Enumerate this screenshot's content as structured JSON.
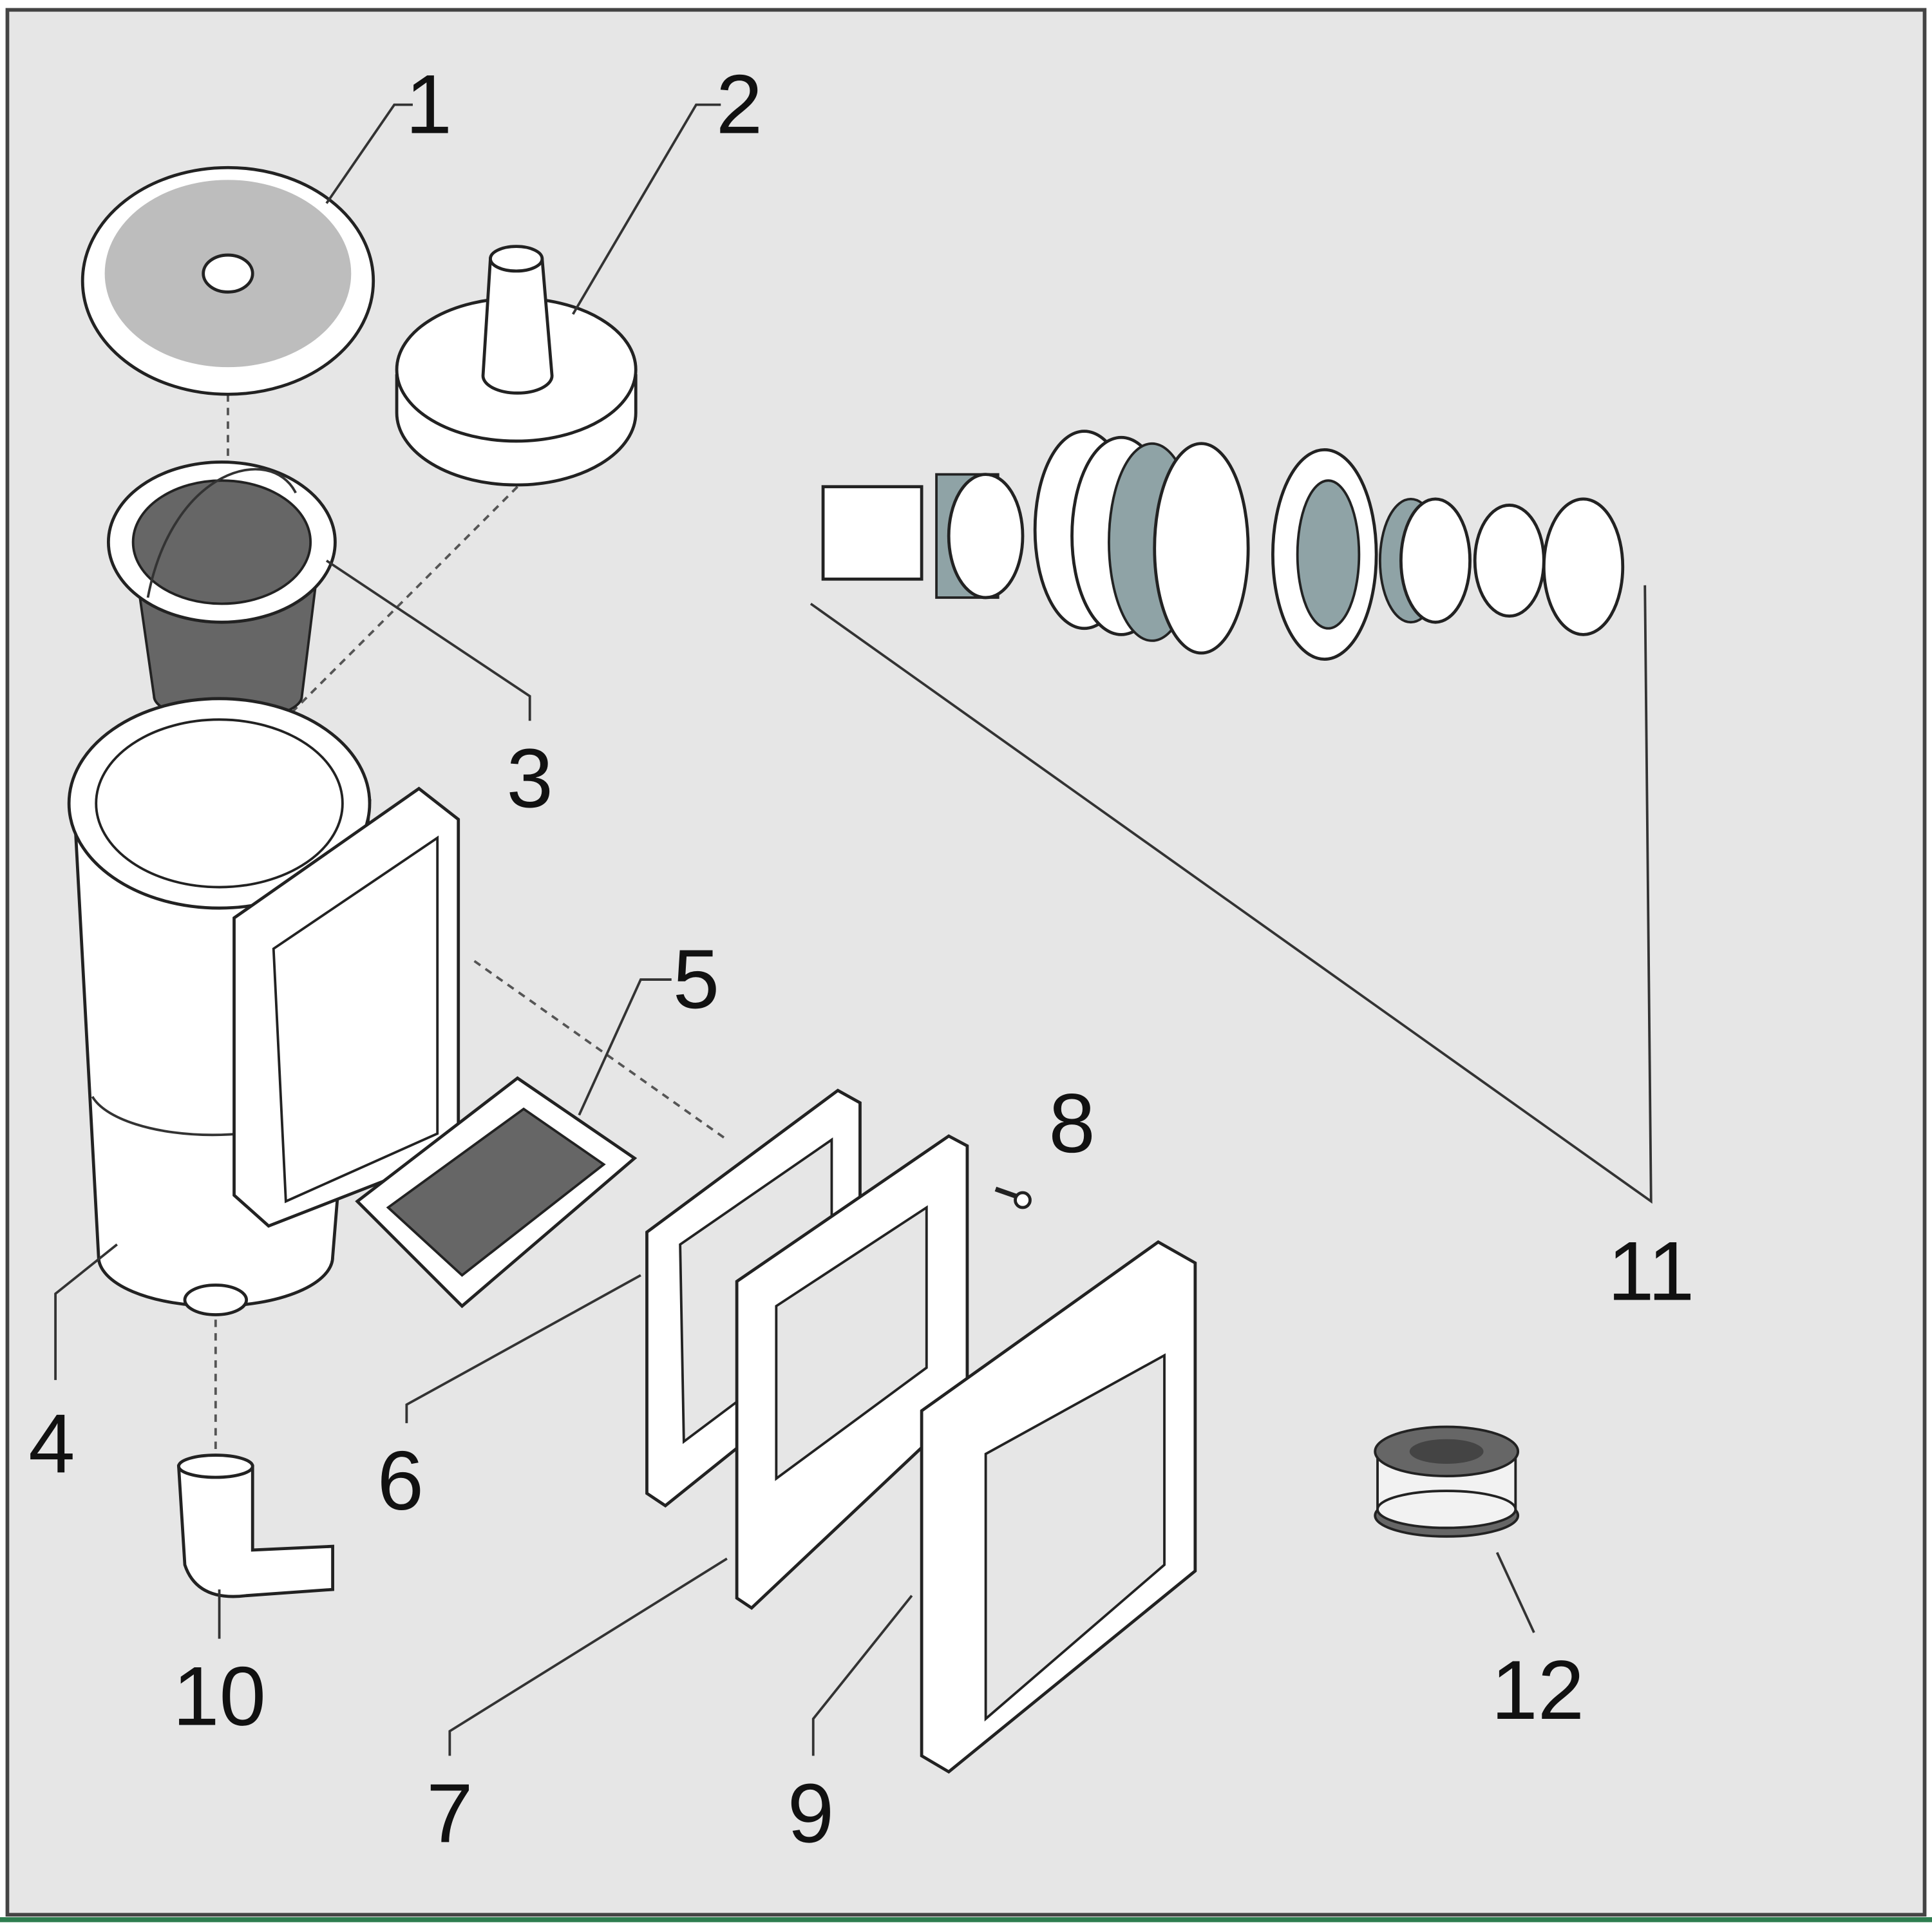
{
  "diagram": {
    "type": "exploded-parts-diagram",
    "callouts": [
      "1",
      "2",
      "3",
      "4",
      "5",
      "6",
      "7",
      "8",
      "9",
      "10",
      "11",
      "12"
    ]
  },
  "colors": {
    "background": "#e6e6e6",
    "accent_teal": "#8fa3a6",
    "border_green": "#2e7d4f"
  }
}
